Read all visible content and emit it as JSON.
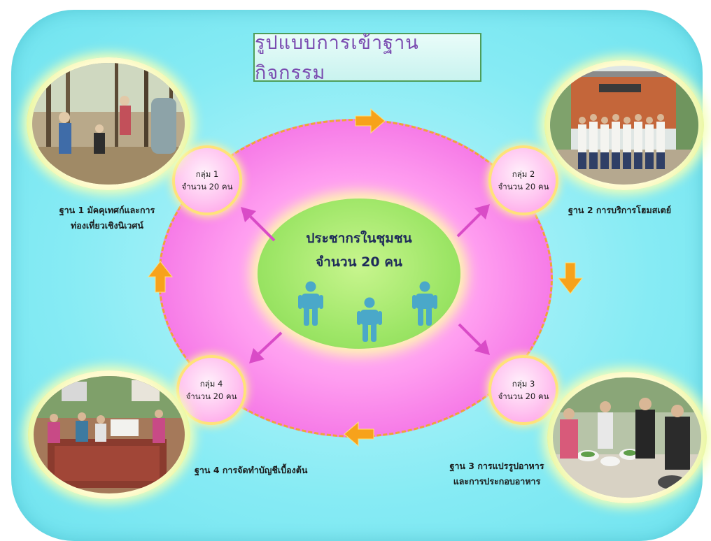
{
  "title": "รูปแบบการเข้าฐานกิจกรรม",
  "center": {
    "line1": "ประชากรในชุมชน",
    "line2": "จำนวน 20 คน",
    "icon": "person-icon"
  },
  "groups": [
    {
      "line1": "กลุ่ม 1",
      "line2": "จำนวน 20 คน"
    },
    {
      "line1": "กลุ่ม 2",
      "line2": "จำนวน 20 คน"
    },
    {
      "line1": "กลุ่ม 3",
      "line2": "จำนวน 20 คน"
    },
    {
      "line1": "กลุ่ม 4",
      "line2": "จำนวน 20 คน"
    }
  ],
  "stations": {
    "s1": {
      "line1": "ฐาน 1 มัคคุเทศก์และการ",
      "line2": "ท่องเที่ยวเชิงนิเวศน์"
    },
    "s2": {
      "line1": "ฐาน 2  การบริการโฮมสเตย์"
    },
    "s3": {
      "line1": "ฐาน 3 การแปรรูปอาหาร",
      "line2": "และการประกอบอาหาร"
    },
    "s4": {
      "line1": "ฐาน 4  การจัดทำบัญชีเบื้องต้น"
    }
  },
  "colors": {
    "frame": "#86ebf4",
    "ring": "#f36fe4",
    "center": "#9ee667",
    "arrow_orange": "#f7a21b",
    "arrow_magenta": "#d94bc7",
    "person": "#4aa8c9"
  }
}
